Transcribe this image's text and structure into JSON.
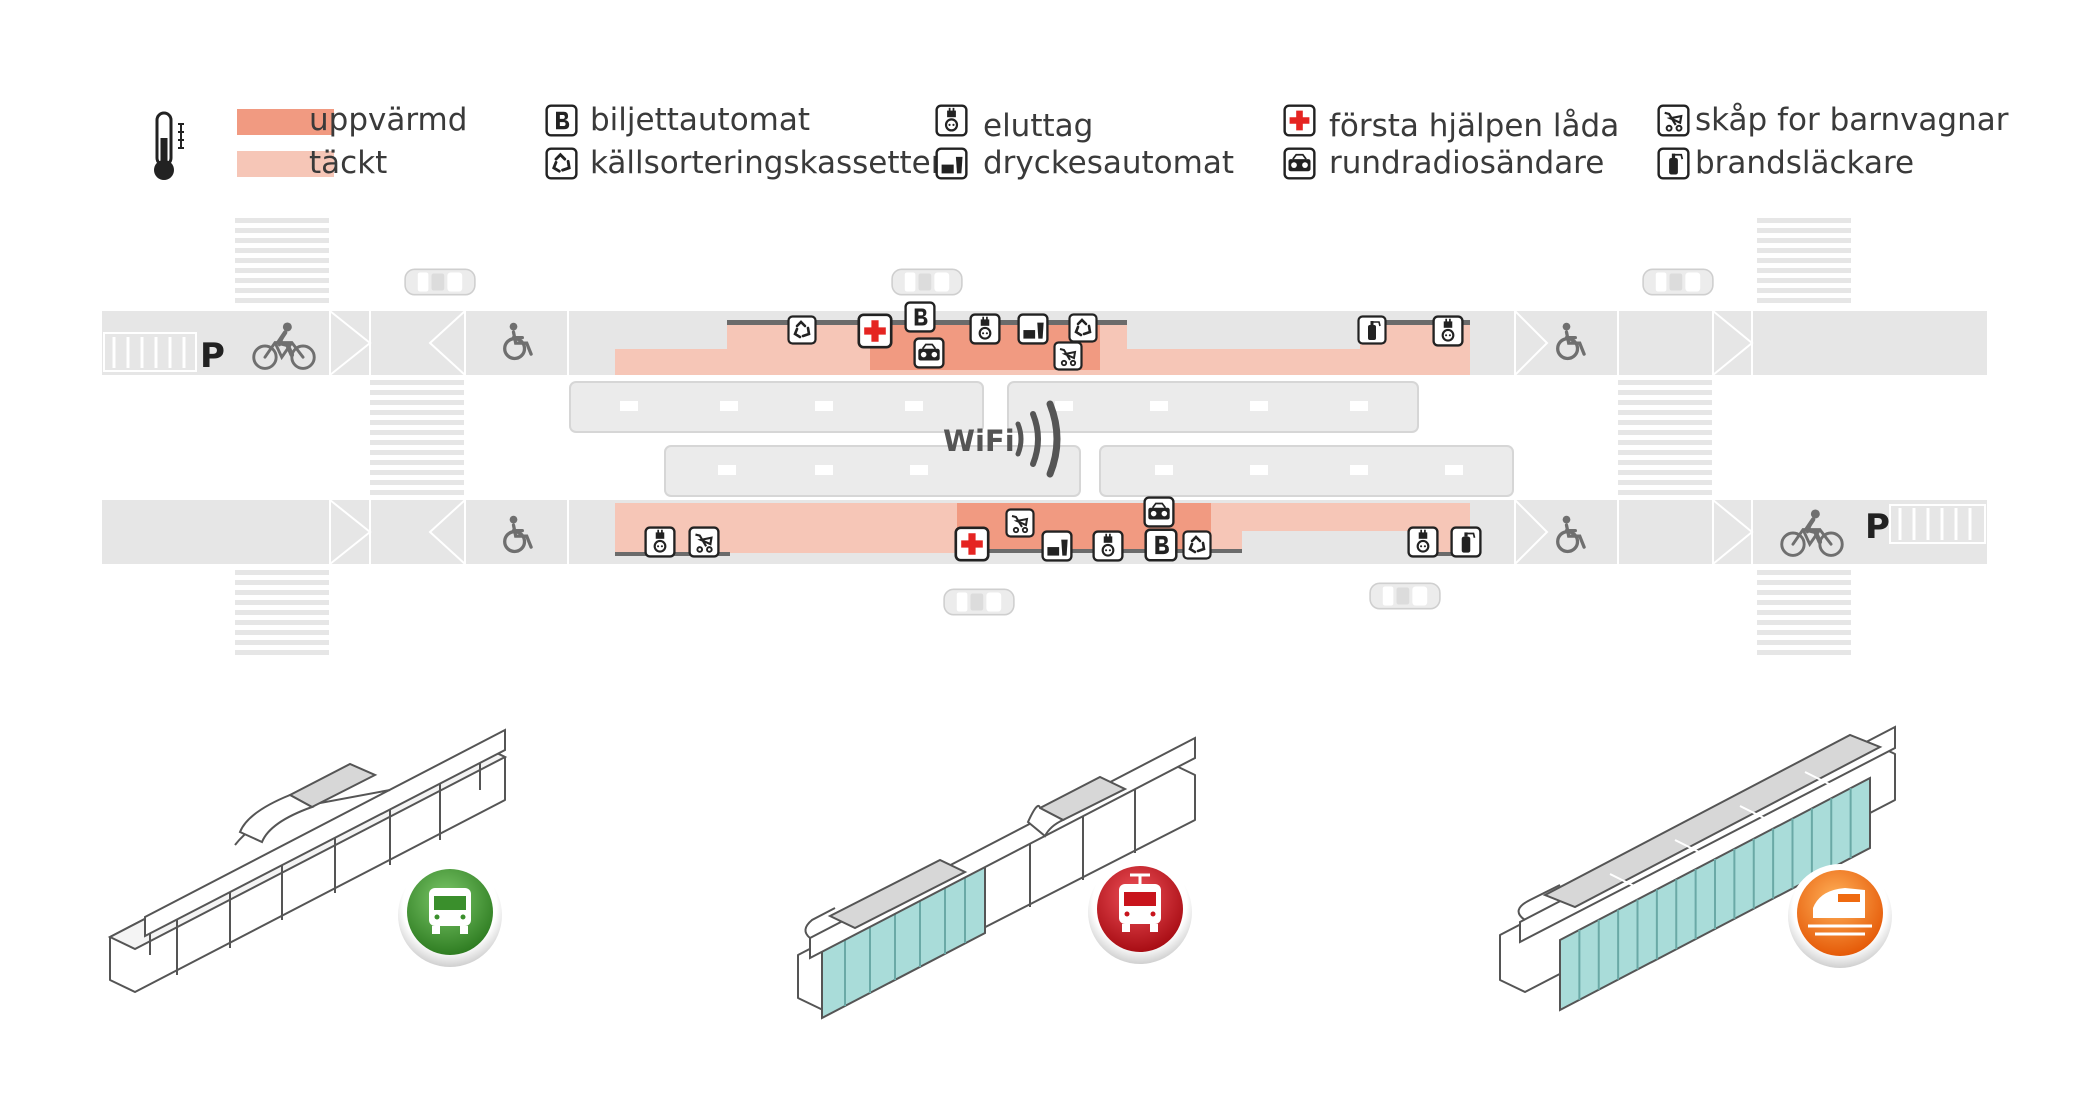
{
  "legend": {
    "heated": "uppvärmd",
    "covered": "täckt",
    "ticket_machine": "biljettautomat",
    "recycling": "källsorteringskassetter",
    "power_outlet": "eluttag",
    "drinks_machine": "dryckesautomat",
    "first_aid": "första hjälpen låda",
    "pa_system": "rundradiosändare",
    "stroller_locker": "skåp for barnvagnar",
    "fire_extinguisher": "brandsläckare",
    "ticket_letter": "B"
  },
  "plan": {
    "parking_left": "P",
    "parking_right": "P",
    "wifi": "WiFi"
  },
  "colors": {
    "heated": "#f19a81",
    "covered": "#f6c6b7",
    "road": "#e6e6e6",
    "first_aid_red": "#e52421",
    "glass": "#a9dcd9",
    "bus_green": "#3a8f2c",
    "tram_red": "#c8141c",
    "train_orange": "#ef6a10"
  },
  "icons": [
    "thermometer-icon",
    "bicycle-icon",
    "wheelchair-icon",
    "car-icon",
    "bus-icon",
    "tram-icon",
    "train-icon",
    "wifi-icon",
    "recycle-icon",
    "first-aid-icon",
    "outlet-icon",
    "drink-icon",
    "stroller-icon",
    "extinguisher-icon",
    "radio-icon"
  ]
}
